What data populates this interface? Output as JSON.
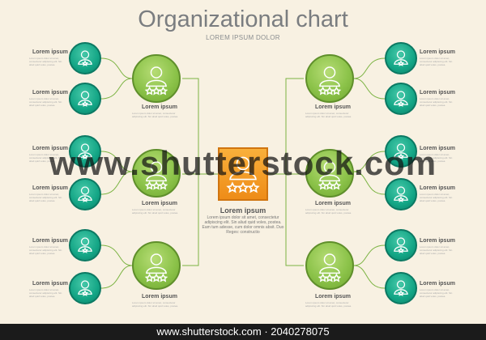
{
  "header": {
    "title": "Organizational chart",
    "subtitle": "LOREM IPSUM DOLOR"
  },
  "center": {
    "label": "Lorem ipsum",
    "text": "Lorem ipsum dolor sit amet, consectetur adipiscing elit. Sin aliud quid voles, postea. Eam tum adesse, cum dolor omnis absit. Duo Reges: constructio"
  },
  "node_label": "Lorem ipsum",
  "node_desc": "Lorem ipsum dolor sit amet, consectetur adipiscing elit. Sin aliud quid voles, postea.",
  "watermark": "www.shutterstock.com",
  "footer": "www.shutterstock.com · 2040278075",
  "colors": {
    "background": "#f8f1e2",
    "mid_node": "#8cc34a",
    "small_node": "#13a585",
    "center_box": "#f59e2a",
    "connector": "#7bb342"
  },
  "icons": {
    "person": "person-with-stars-icon"
  }
}
